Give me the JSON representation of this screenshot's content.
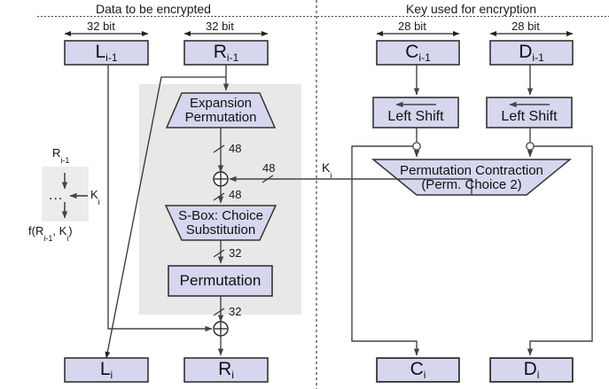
{
  "diagram": {
    "title_left": "Data to be encrypted",
    "title_right": "Key used for encryption",
    "colors": {
      "box_fill": "#d6d6ef",
      "box_stroke": "#333333",
      "panel_fill": "#e8e8e8",
      "wire": "#555555",
      "text": "#111111"
    }
  },
  "dimensions": {
    "left_data_bits": "32 bit",
    "right_data_bits": "32 bit",
    "left_key_bits": "28 bit",
    "right_key_bits": "28 bit"
  },
  "registers": {
    "l_prev": "L",
    "l_prev_sub": "i-1",
    "r_prev": "R",
    "r_prev_sub": "i-1",
    "c_prev": "C",
    "c_prev_sub": "i-1",
    "d_prev": "D",
    "d_prev_sub": "i-1",
    "l_out": "L",
    "l_out_sub": "i",
    "r_out": "R",
    "r_out_sub": "i",
    "c_out": "C",
    "c_out_sub": "i",
    "d_out": "D",
    "d_out_sub": "i"
  },
  "blocks": {
    "expansion_line1": "Expansion",
    "expansion_line2": "Permutation",
    "sbox_line1": "S-Box: Choice",
    "sbox_line2": "Substitution",
    "permutation": "Permutation",
    "left_shift_1": "Left Shift",
    "left_shift_2": "Left Shift",
    "perm_contraction_line1": "Permutation Contraction",
    "perm_contraction_line2": "(Perm. Choice 2)"
  },
  "wire_labels": {
    "exp_out": "48",
    "xor_out": "48",
    "key_in": "48",
    "sbox_out": "32",
    "perm_out": "32",
    "subkey": "K",
    "subkey_sub": "i"
  },
  "legend": {
    "input": "R",
    "input_sub": "i-1",
    "key": "K",
    "key_sub": "i",
    "dots": "...",
    "output": "f(R",
    "output_sub1": "i-1",
    "output_mid": ", K",
    "output_sub2": "i",
    "output_end": ")"
  },
  "symbols": {
    "xor": "+"
  }
}
